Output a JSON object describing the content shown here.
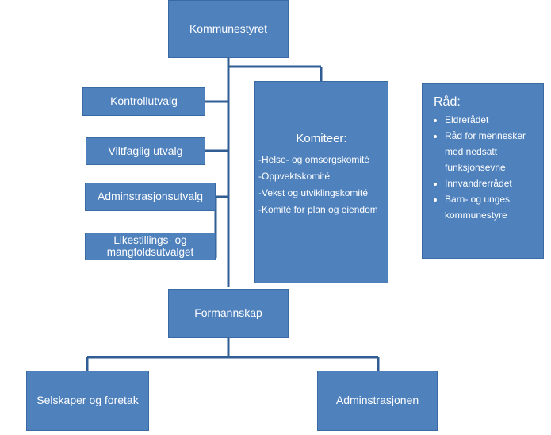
{
  "kommunestyret": "Kommunestyret",
  "utvalg": [
    "Kontrollutvalg",
    "Viltfaglig utvalg",
    "Adminstrasjonsutvalg",
    "Likestillings- og mangfoldsutvalget"
  ],
  "komiteer": {
    "title": "Komiteer:",
    "items": [
      "-Helse-  og omsorgskomité",
      "-Oppvektskomité",
      "-Vekst og utviklingskomité",
      "-Komité for plan og eiendom"
    ]
  },
  "rad": {
    "title": "Råd:",
    "items": [
      "Eldrerådet",
      "Råd for  mennesker med nedsatt funksjonsevne",
      "Innvandrerrådet",
      "Barn- og unges kommunestyre"
    ]
  },
  "formannskap": "Formannskap",
  "selskaper": "Selskaper og foretak",
  "administrasjonen": "Adminstrasjonen",
  "colors": {
    "box": "#4f81bd",
    "box_border": "#3a6aa3",
    "connector": "#2f5d94",
    "text": "#ffffff"
  }
}
